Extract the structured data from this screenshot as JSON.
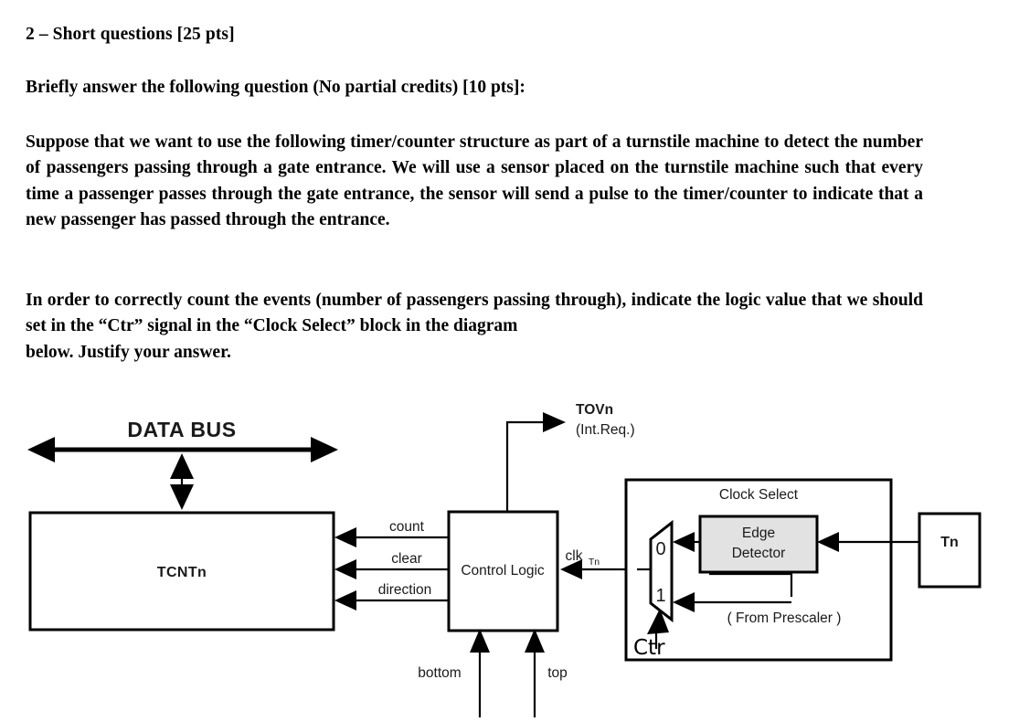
{
  "document": {
    "heading": "2 – Short questions [25 pts]",
    "instruction": "Briefly answer the following question (No partial credits) [10 pts]:",
    "paragraph1": "Suppose that we want to use the following timer/counter structure as part of a turnstile machine to detect the number of passengers passing through a gate entrance. We will use a sensor placed on the turnstile machine such that every time a passenger passes through the gate entrance, the sensor will send a pulse to the timer/counter to indicate that a new passenger has passed through the entrance.",
    "paragraph2_line1": "In order to correctly count the events (number of passengers passing through), indicate the logic value that we should set in the “Ctr” signal in the “Clock Select” block in the diagram",
    "paragraph2_line2": "below. Justify your answer."
  },
  "diagram": {
    "data_bus_label": "DATA BUS",
    "counter_block": {
      "label": "TCNTn"
    },
    "control_logic_block": {
      "label": "Control Logic"
    },
    "control_signals": {
      "count": "count",
      "clear": "clear",
      "direction": "direction",
      "bottom": "bottom",
      "top": "top"
    },
    "interrupt": {
      "name": "TOVn",
      "note": "(Int.Req.)"
    },
    "clock": {
      "clk_label": "clk",
      "clk_subscript": "Tn"
    },
    "clock_select_block": {
      "title": "Clock Select",
      "edge_detector_line1": "Edge",
      "edge_detector_line2": "Detector",
      "mux_input_0": "0",
      "mux_input_1": "1",
      "select_signal": "Ctr",
      "prescaler_note": "( From Prescaler )"
    },
    "external_pin": {
      "label": "Tn"
    },
    "colors": {
      "stroke": "#000000",
      "edge_detector_fill": "#e2e2e2",
      "background": "#ffffff"
    }
  }
}
